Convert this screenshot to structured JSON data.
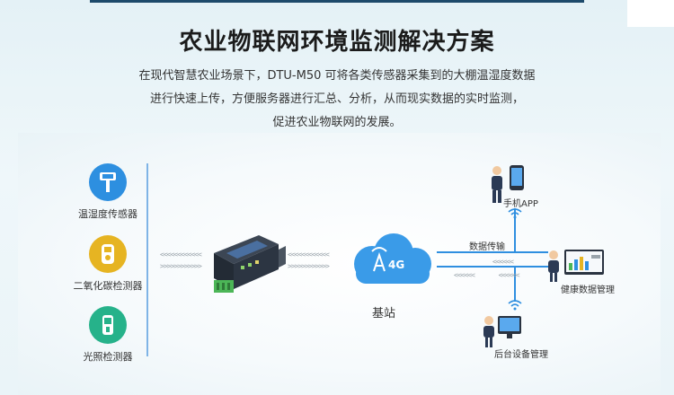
{
  "header": {
    "title": "农业物联网环境监测解决方案",
    "desc_lines": [
      "在现代智慧农业场景下，DTU-M50 可将各类传感器采集到的大棚温湿度数据",
      "进行快速上传，方便服务器进行汇总、分析，从而现实数据的实时监测，",
      "促进农业物联网的发展。"
    ]
  },
  "sensors": [
    {
      "label": "温湿度传感器",
      "icon": "thermo-hygrometer-icon",
      "color": "#2d8fe0"
    },
    {
      "label": "二氧化碳检测器",
      "icon": "co2-detector-icon",
      "color": "#e6b422"
    },
    {
      "label": "光照检测器",
      "icon": "light-meter-icon",
      "color": "#26b28a"
    }
  ],
  "cloud": {
    "network": "4G",
    "label": "基站"
  },
  "links": {
    "data_transfer": "数据传输"
  },
  "endpoints": {
    "mobile": "手机APP",
    "health": "健康数据管理",
    "backend": "后台设备管理"
  },
  "colors": {
    "line": "#2f8fe0",
    "cloud": "#3a9be8",
    "device": "#2a3340"
  }
}
